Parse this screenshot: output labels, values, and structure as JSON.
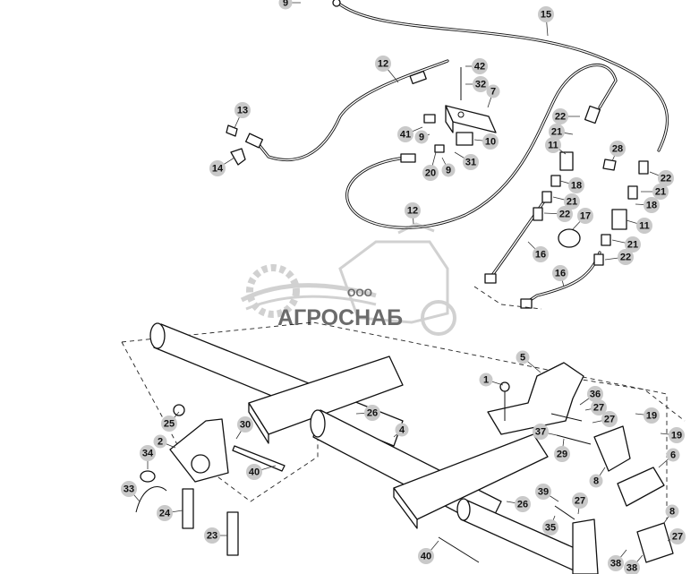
{
  "watermark": {
    "prefix": "ООО",
    "brand": "АГРОСНАБ"
  },
  "callouts": [
    {
      "id": "c9a",
      "label": "9"
    },
    {
      "id": "c15",
      "label": "15"
    },
    {
      "id": "c12a",
      "label": "12"
    },
    {
      "id": "c42",
      "label": "42"
    },
    {
      "id": "c32",
      "label": "32"
    },
    {
      "id": "c7",
      "label": "7"
    },
    {
      "id": "c13",
      "label": "13"
    },
    {
      "id": "c14",
      "label": "14"
    },
    {
      "id": "c41",
      "label": "41"
    },
    {
      "id": "c9b",
      "label": "9"
    },
    {
      "id": "c10",
      "label": "10"
    },
    {
      "id": "c20",
      "label": "20"
    },
    {
      "id": "c9c",
      "label": "9"
    },
    {
      "id": "c31",
      "label": "31"
    },
    {
      "id": "c22a",
      "label": "22"
    },
    {
      "id": "c21a",
      "label": "21"
    },
    {
      "id": "c11a",
      "label": "11"
    },
    {
      "id": "c28",
      "label": "28"
    },
    {
      "id": "c22b",
      "label": "22"
    },
    {
      "id": "c21b",
      "label": "21"
    },
    {
      "id": "c18a",
      "label": "18"
    },
    {
      "id": "c18b",
      "label": "18"
    },
    {
      "id": "c21c",
      "label": "21"
    },
    {
      "id": "c22c",
      "label": "22"
    },
    {
      "id": "c12b",
      "label": "12"
    },
    {
      "id": "c17",
      "label": "17"
    },
    {
      "id": "c11b",
      "label": "11"
    },
    {
      "id": "c21d",
      "label": "21"
    },
    {
      "id": "c22d",
      "label": "22"
    },
    {
      "id": "c16a",
      "label": "16"
    },
    {
      "id": "c16b",
      "label": "16"
    },
    {
      "id": "c1",
      "label": "1"
    },
    {
      "id": "c5",
      "label": "5"
    },
    {
      "id": "c36",
      "label": "36"
    },
    {
      "id": "c26a",
      "label": "26"
    },
    {
      "id": "c27a",
      "label": "27"
    },
    {
      "id": "c27b",
      "label": "27"
    },
    {
      "id": "c19a",
      "label": "19"
    },
    {
      "id": "c19b",
      "label": "19"
    },
    {
      "id": "c25",
      "label": "25"
    },
    {
      "id": "c30",
      "label": "30"
    },
    {
      "id": "c4",
      "label": "4"
    },
    {
      "id": "c37",
      "label": "37"
    },
    {
      "id": "c2",
      "label": "2"
    },
    {
      "id": "c29",
      "label": "29"
    },
    {
      "id": "c8a",
      "label": "8"
    },
    {
      "id": "c6",
      "label": "6"
    },
    {
      "id": "c34",
      "label": "34"
    },
    {
      "id": "c40a",
      "label": "40"
    },
    {
      "id": "c33",
      "label": "33"
    },
    {
      "id": "c39",
      "label": "39"
    },
    {
      "id": "c27c",
      "label": "27"
    },
    {
      "id": "c26b",
      "label": "26"
    },
    {
      "id": "c24",
      "label": "24"
    },
    {
      "id": "c35",
      "label": "35"
    },
    {
      "id": "c8b",
      "label": "8"
    },
    {
      "id": "c27d",
      "label": "27"
    },
    {
      "id": "c23",
      "label": "23"
    },
    {
      "id": "c40b",
      "label": "40"
    },
    {
      "id": "c38a",
      "label": "38"
    },
    {
      "id": "c38b",
      "label": "38"
    }
  ]
}
